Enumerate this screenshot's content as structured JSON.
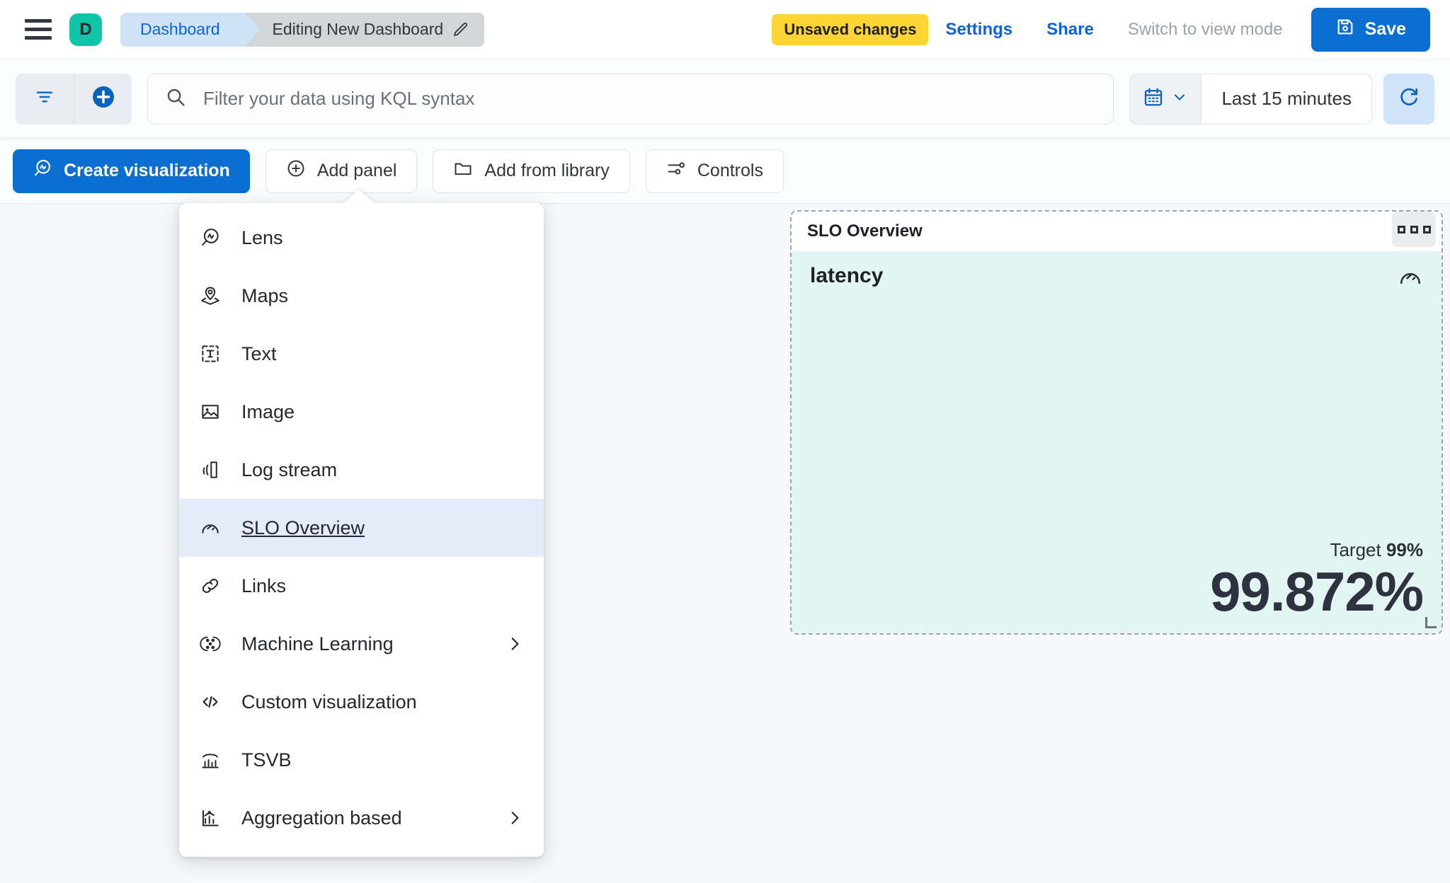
{
  "header": {
    "menu_icon": "hamburger-icon",
    "space_initial": "D",
    "breadcrumbs": [
      {
        "label": "Dashboard",
        "active": false
      },
      {
        "label": "Editing New Dashboard",
        "active": true,
        "icon": "pencil-icon"
      }
    ],
    "unsaved_badge": "Unsaved changes",
    "links": [
      {
        "label": "Settings",
        "disabled": false
      },
      {
        "label": "Share",
        "disabled": false
      },
      {
        "label": "Switch to view mode",
        "disabled": true
      }
    ],
    "save_label": "Save",
    "save_icon": "save-disk-icon"
  },
  "colors": {
    "accent_blue": "#0a6fd1",
    "link_blue": "#0b64dd",
    "warning_yellow": "#fcd535",
    "space_teal": "#0fc5a8",
    "slo_panel_bg": "#e3f5f3",
    "menu_selected_bg": "#e3ecf8"
  },
  "querybar": {
    "filter_icon": "filter-icon",
    "add_filter_icon": "add-circle-icon",
    "search_icon": "search-icon",
    "search_value": "",
    "search_placeholder": "Filter your data using KQL syntax",
    "calendar_icon": "calendar-icon",
    "calendar_chevron": "chevron-down-icon",
    "time_range": "Last 15 minutes",
    "refresh_icon": "refresh-icon"
  },
  "toolbar": {
    "buttons": [
      {
        "label": "Create visualization",
        "icon": "lens-icon",
        "primary": true
      },
      {
        "label": "Add panel",
        "icon": "plus-circle-icon",
        "primary": false
      },
      {
        "label": "Add from library",
        "icon": "folder-icon",
        "primary": false
      },
      {
        "label": "Controls",
        "icon": "controls-icon",
        "primary": false
      }
    ]
  },
  "add_panel_menu": {
    "items": [
      {
        "label": "Lens",
        "icon": "lens-icon",
        "selected": false,
        "submenu": false
      },
      {
        "label": "Maps",
        "icon": "map-marker-icon",
        "selected": false,
        "submenu": false
      },
      {
        "label": "Text",
        "icon": "text-box-icon",
        "selected": false,
        "submenu": false
      },
      {
        "label": "Image",
        "icon": "image-icon",
        "selected": false,
        "submenu": false
      },
      {
        "label": "Log stream",
        "icon": "log-stream-icon",
        "selected": false,
        "submenu": false
      },
      {
        "label": "SLO Overview",
        "icon": "gauge-icon",
        "selected": true,
        "submenu": false
      },
      {
        "label": "Links",
        "icon": "link-icon",
        "selected": false,
        "submenu": false
      },
      {
        "label": "Machine Learning",
        "icon": "machine-learning-icon",
        "selected": false,
        "submenu": true
      },
      {
        "label": "Custom visualization",
        "icon": "code-icon",
        "selected": false,
        "submenu": false
      },
      {
        "label": "TSVB",
        "icon": "tsvb-icon",
        "selected": false,
        "submenu": false
      },
      {
        "label": "Aggregation based",
        "icon": "aggregation-icon",
        "selected": false,
        "submenu": true
      }
    ]
  },
  "slo_panel": {
    "title": "SLO Overview",
    "menu_icon": "panel-context-menu-icon",
    "slo_name": "latency",
    "gauge_icon": "gauge-icon",
    "target_label": "Target",
    "target_value": "99%",
    "sli_value": "99.872%"
  }
}
